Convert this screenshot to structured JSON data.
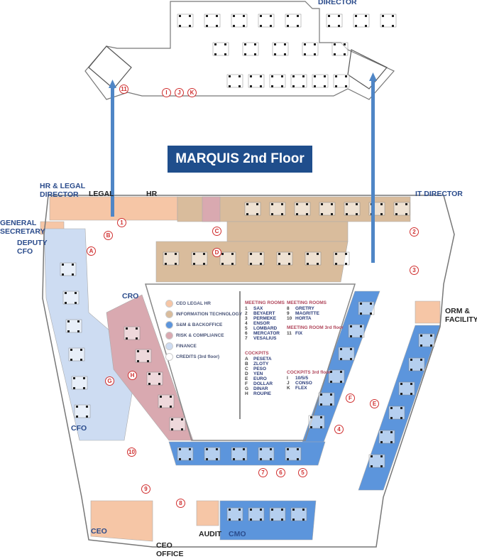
{
  "title": "MARQUIS 2nd Floor",
  "colors": {
    "ceo_legal_hr": "#f6c6a6",
    "information_technology": "#d9bc9c",
    "sm_backoffice": "#5c95dc",
    "risk_compliance": "#d9a9b0",
    "finance": "#cddcf2",
    "credits": "#ffffff",
    "title_box": "#1f4e8c",
    "label": "#2b4c8c",
    "marker": "#d03030"
  },
  "area_labels": {
    "director_top": "DIRECTOR",
    "hr_legal_director": "HR & LEGAL\nDIRECTOR",
    "legal": "LEGAL",
    "hr": "HR",
    "it_director": "IT DIRECTOR",
    "general_secretary": "GENERAL\nSECRETARY",
    "deputy_cfo": "DEPUTY\nCFO",
    "cro": "CRO",
    "orm_facility": "ORM &\nFACILITY",
    "cfo": "CFO",
    "ceo": "CEO",
    "ceo_office": "CEO\nOFFICE",
    "audit": "AUDIT",
    "cmo": "CMO"
  },
  "legend": [
    {
      "label": "CEO LEGAL HR",
      "color": "#f6c6a6"
    },
    {
      "label": "INFORMATION TECHNOLOGY",
      "color": "#d9bc9c"
    },
    {
      "label": "S&M & BACKOFFICE",
      "color": "#5c95dc"
    },
    {
      "label": "RISK & COMPLIANCE",
      "color": "#d9a9b0"
    },
    {
      "label": "FINANCE",
      "color": "#cddcf2"
    },
    {
      "label": "CREDITS (3rd floor)",
      "color": "#ffffff"
    }
  ],
  "meeting_rooms": {
    "heading": "MEETING ROOMS",
    "items": [
      {
        "id": "1",
        "name": "SAX"
      },
      {
        "id": "2",
        "name": "BEYAERT"
      },
      {
        "id": "3",
        "name": "PERMEKE"
      },
      {
        "id": "4",
        "name": "ENSOR"
      },
      {
        "id": "5",
        "name": "LOMBARD"
      },
      {
        "id": "6",
        "name": "MERCATOR"
      },
      {
        "id": "7",
        "name": "VESALIUS"
      }
    ]
  },
  "meeting_rooms_2": {
    "heading": "MEETING ROOMS",
    "items": [
      {
        "id": "8",
        "name": "GRETRY"
      },
      {
        "id": "9",
        "name": "MAGRITTE"
      },
      {
        "id": "10",
        "name": "HORTA"
      }
    ]
  },
  "meeting_room_3rd": {
    "heading": "MEETING ROOM 3rd floor",
    "items": [
      {
        "id": "11",
        "name": "FIX"
      }
    ]
  },
  "cockpits": {
    "heading": "COCKPITS",
    "items": [
      {
        "id": "A",
        "name": "PESETA"
      },
      {
        "id": "B",
        "name": "ZLOTY"
      },
      {
        "id": "C",
        "name": "PESO"
      },
      {
        "id": "D",
        "name": "YEN"
      },
      {
        "id": "E",
        "name": "EURO"
      },
      {
        "id": "F",
        "name": "DOLLAR"
      },
      {
        "id": "G",
        "name": "DINAR"
      },
      {
        "id": "H",
        "name": "ROUPIE"
      }
    ]
  },
  "cockpits_3rd": {
    "heading": "COCKPITS 3rd floor",
    "items": [
      {
        "id": "I",
        "name": "10/5/5"
      },
      {
        "id": "J",
        "name": "CONSO"
      },
      {
        "id": "K",
        "name": "FLEX"
      }
    ]
  },
  "markers": [
    "11",
    "I",
    "J",
    "K",
    "1",
    "2",
    "3",
    "4",
    "5",
    "6",
    "7",
    "8",
    "9",
    "10",
    "A",
    "B",
    "C",
    "D",
    "E",
    "F",
    "G",
    "H"
  ]
}
